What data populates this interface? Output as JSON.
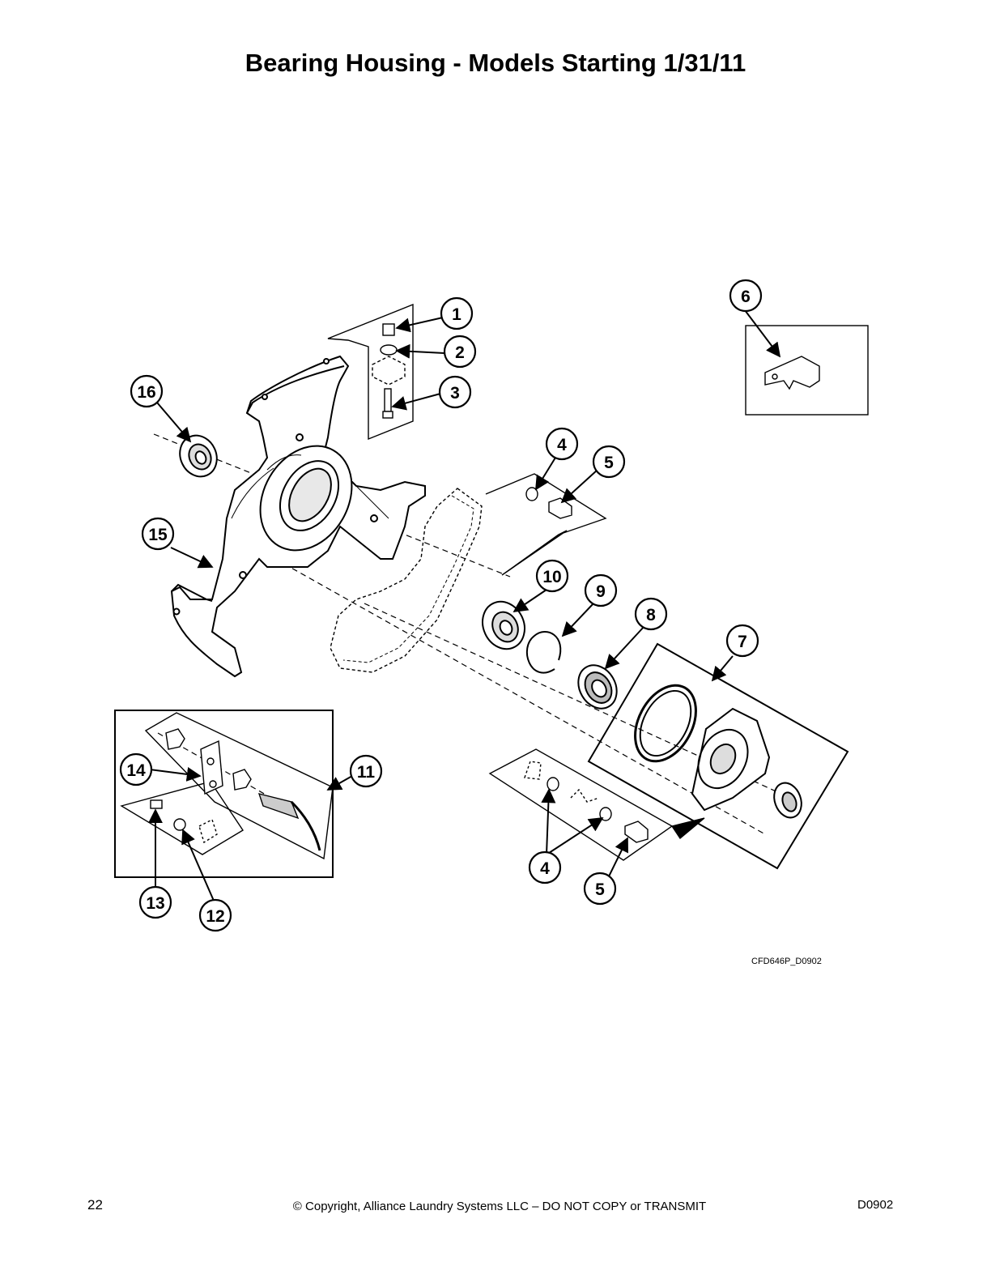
{
  "title": "Bearing Housing - Models Starting 1/31/11",
  "callouts": [
    {
      "label": "1"
    },
    {
      "label": "2"
    },
    {
      "label": "3"
    },
    {
      "label": "4"
    },
    {
      "label": "5"
    },
    {
      "label": "6"
    },
    {
      "label": "7"
    },
    {
      "label": "8"
    },
    {
      "label": "9"
    },
    {
      "label": "10"
    },
    {
      "label": "11"
    },
    {
      "label": "12"
    },
    {
      "label": "13"
    },
    {
      "label": "14"
    },
    {
      "label": "15"
    },
    {
      "label": "16"
    },
    {
      "label": "4"
    },
    {
      "label": "5"
    }
  ],
  "figure_id": "CFD646P_D0902",
  "footer": {
    "page_number": "22",
    "copyright": "© Copyright, Alliance Laundry Systems LLC – DO NOT COPY or TRANSMIT",
    "doc_id": "D0902"
  }
}
